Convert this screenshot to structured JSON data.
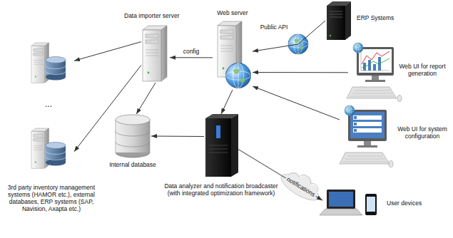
{
  "diagram": {
    "nodes": [
      {
        "text": [
          "ERP Systems"
        ]
      },
      {
        "text": [
          "Data importer server"
        ]
      },
      {
        "text": [
          "Web server"
        ]
      },
      {
        "text": [
          "Web UI for report generation"
        ]
      },
      {
        "text": [
          "Web UI for system configuration"
        ]
      },
      {
        "text": [
          "3rd party inventory management systems (HAMOR etc.), external databases, ERP systems (SAP, Navision, Axapta etc.)"
        ]
      },
      {
        "text": [
          "Internal database"
        ]
      },
      {
        "text": [
          "Data analyzer and notification broadcaster (with integrated optimization framework)"
        ]
      },
      {
        "text": [
          "User devices"
        ]
      }
    ],
    "edges": [
      {
        "from": 0,
        "to": 2,
        "arrow": "to",
        "label": "Public API"
      },
      {
        "from": 2,
        "to": 1,
        "arrow": "to",
        "label": "config"
      },
      {
        "from": 3,
        "to": 2,
        "arrow": "to"
      },
      {
        "from": 4,
        "to": 2,
        "arrow": "to"
      },
      {
        "from": 2,
        "to": 7,
        "arrow": "to"
      },
      {
        "from": 1,
        "to": 6,
        "arrow": "to"
      },
      {
        "from": 7,
        "to": 6,
        "arrow": "to"
      },
      {
        "from": 1,
        "to": 5,
        "arrow": "to"
      },
      {
        "from": 1,
        "to": 5,
        "arrow": "to"
      },
      {
        "from": 7,
        "to": 8,
        "arrow": "to",
        "label": "notifications"
      }
    ],
    "labels": [
      "..."
    ]
  }
}
